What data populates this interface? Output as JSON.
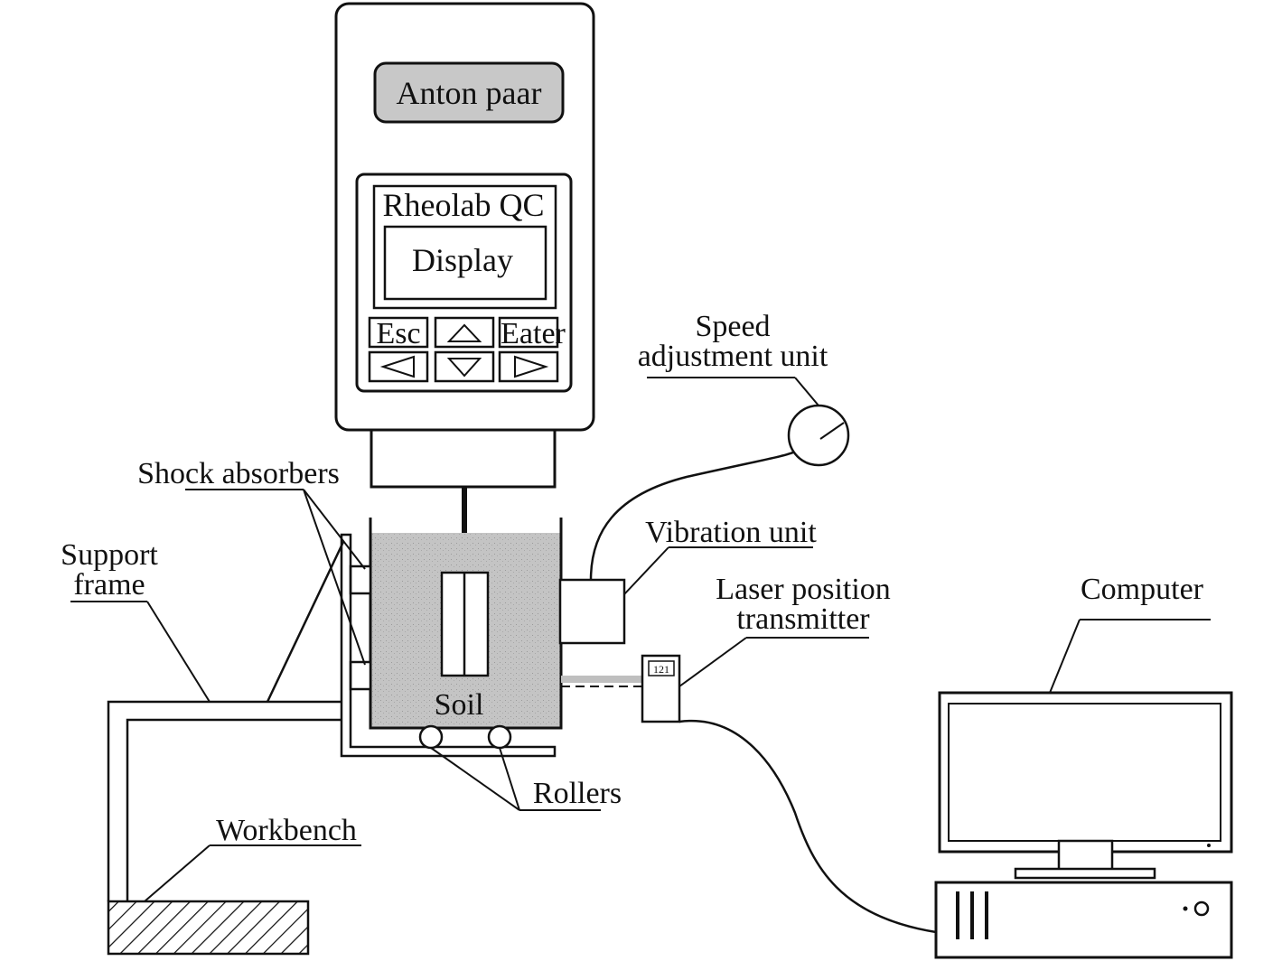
{
  "device": {
    "brand": "Anton paar",
    "model": "Rheolab QC",
    "display": "Display",
    "keys": {
      "esc": "Esc",
      "enter": "Eater"
    }
  },
  "labels": {
    "speed_line1": "Speed",
    "speed_line2": "adjustment unit",
    "shock_absorbers": "Shock absorbers",
    "support_line1": "Support",
    "support_line2": "frame",
    "vibration_unit": "Vibration unit",
    "laser_line1": "Laser position",
    "laser_line2": "transmitter",
    "computer": "Computer",
    "soil": "Soil",
    "rollers": "Rollers",
    "workbench": "Workbench",
    "laser_readout": "121"
  },
  "colors": {
    "line": "#111111",
    "brand_panel": "#c8c8c8",
    "soil_fill": "#c4c4c4",
    "laser_beam": "#bfbfbf"
  }
}
